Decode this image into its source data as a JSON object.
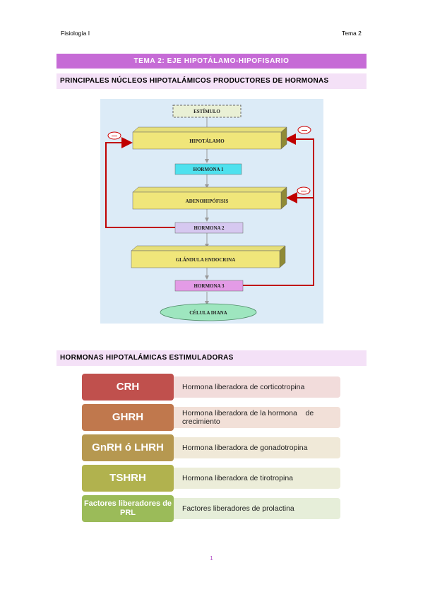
{
  "header": {
    "left": "Fisiología I",
    "right": "Tema 2"
  },
  "title": "TEMA 2: EJE HIPOTÁLAMO-HIPOFISARIO",
  "section1": "PRINCIPALES NÚCLEOS HIPOTALÁMICOS PRODUCTORES DE HORMONAS",
  "diagram": {
    "estimulo": "ESTÍMULO",
    "hipotalamo": "HIPOTÁLAMO",
    "hormona1": "HORMONA 1",
    "adenohipofisis": "ADENOHIPÓFISIS",
    "hormona2": "HORMONA 2",
    "glandula": "GLÁNDULA ENDOCRINA",
    "hormona3": "HORMONA 3",
    "celula": "CÉLULA DIANA",
    "minus": "—"
  },
  "section2": "HORMONAS HIPOTALÁMICAS ESTIMULADORAS",
  "hormones": [
    {
      "code": "CRH",
      "desc": "Hormona liberadora de corticotropina",
      "color": "#c0504d",
      "bg": "#f2dcdb"
    },
    {
      "code": "GHRH",
      "desc": "Hormona liberadora de la hormona    de crecimiento",
      "color": "#c0784d",
      "bg": "#f2e0d8"
    },
    {
      "code": "GnRH ó LHRH",
      "desc": "Hormona liberadora de gonadotropina",
      "color": "#b69850",
      "bg": "#f0e9d8"
    },
    {
      "code": "TSHRH",
      "desc": "Hormona liberadora de tirotropina",
      "color": "#b1b24e",
      "bg": "#ecedd9"
    },
    {
      "code": "Factores liberadores de PRL",
      "desc": "Factores liberadores de prolactina",
      "color": "#9bbb59",
      "bg": "#e6eed9"
    }
  ],
  "page_number": "1"
}
